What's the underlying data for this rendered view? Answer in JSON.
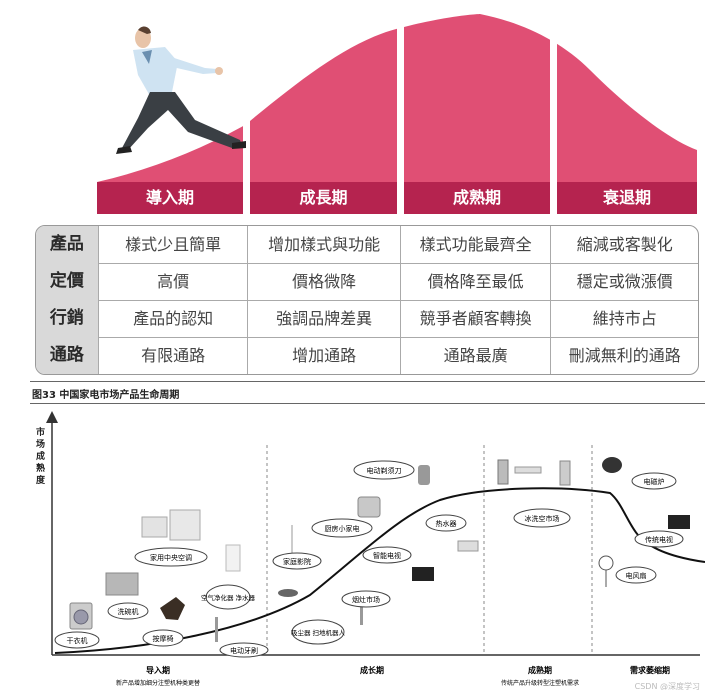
{
  "top": {
    "phases": [
      "導入期",
      "成長期",
      "成熟期",
      "衰退期"
    ],
    "colors": {
      "curve": "#e04f74",
      "phase_bar": "#b5234f",
      "header_bg": "#d9d9d9"
    }
  },
  "table": {
    "rows": [
      {
        "header": "產品",
        "cells": [
          "樣式少且簡單",
          "增加樣式與功能",
          "樣式功能最齊全",
          "縮減或客製化"
        ]
      },
      {
        "header": "定價",
        "cells": [
          "高價",
          "價格微降",
          "價格降至最低",
          "穩定或微漲價"
        ]
      },
      {
        "header": "行銷",
        "cells": [
          "產品的認知",
          "強調品牌差異",
          "競爭者顧客轉換",
          "維持市占"
        ]
      },
      {
        "header": "通路",
        "cells": [
          "有限通路",
          "增加通路",
          "通路最廣",
          "刪減無利的通路"
        ]
      }
    ]
  },
  "figure": {
    "caption": "图33 中国家电市场产品生命周期",
    "y_axis_label": "市场成熟度",
    "callouts": {
      "dryer": "干衣机",
      "dishwasher": "洗碗机",
      "massager": "按摩椅",
      "central_ac": "家用中央空调",
      "purifier": "空气净化器 净水器",
      "toothbrush": "电动牙刷",
      "home_theater": "家庭影院",
      "kitchen_appliance": "厨房小家电",
      "vacuum_robot": "吸尘器 扫地机器人",
      "range_hood_market": "烟灶市场",
      "smart_tv": "智能电视",
      "hair_dryer_area": "电动剃须刀",
      "water_heater": "热水器",
      "fridge_wash_ac": "冰洗空市场",
      "induction": "电磁炉",
      "traditional_tv": "传统电视",
      "fan": "电风扇"
    },
    "phases": [
      {
        "name": "导入期",
        "sub": "新产品增加细分注塑机种类更替"
      },
      {
        "name": "成长期",
        "sub": ""
      },
      {
        "name": "成熟期",
        "sub": "传统产品升级转型注塑机需求"
      },
      {
        "name": "需求萎缩期",
        "sub": ""
      }
    ],
    "watermark": "CSDN @深度学习"
  }
}
